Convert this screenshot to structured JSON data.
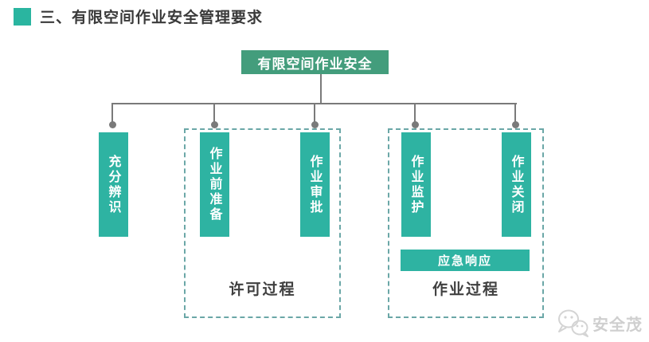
{
  "page": {
    "title": "三、有限空间作业安全管理要求"
  },
  "diagram": {
    "root_label": "有限空间作业安全",
    "nodes": [
      {
        "label": "充分辨识"
      },
      {
        "label": "作业前准备"
      },
      {
        "label": "作业审批"
      },
      {
        "label": "作业监护"
      },
      {
        "label": "作业关闭"
      }
    ],
    "emergency_label": "应急响应",
    "groups": [
      {
        "label": "许可过程"
      },
      {
        "label": "作业过程"
      }
    ]
  },
  "watermark": {
    "label": "安全茂",
    "icon": "wechat-chat-bubbles-icon"
  },
  "colors": {
    "accent_teal": "#2eb3a2",
    "root_green": "#439d7c",
    "connector_gray": "#7a7a7a",
    "dashed_border_teal": "#6ba7a7",
    "title_text": "#3a3a3a",
    "watermark_gray": "#cfcfcf"
  }
}
